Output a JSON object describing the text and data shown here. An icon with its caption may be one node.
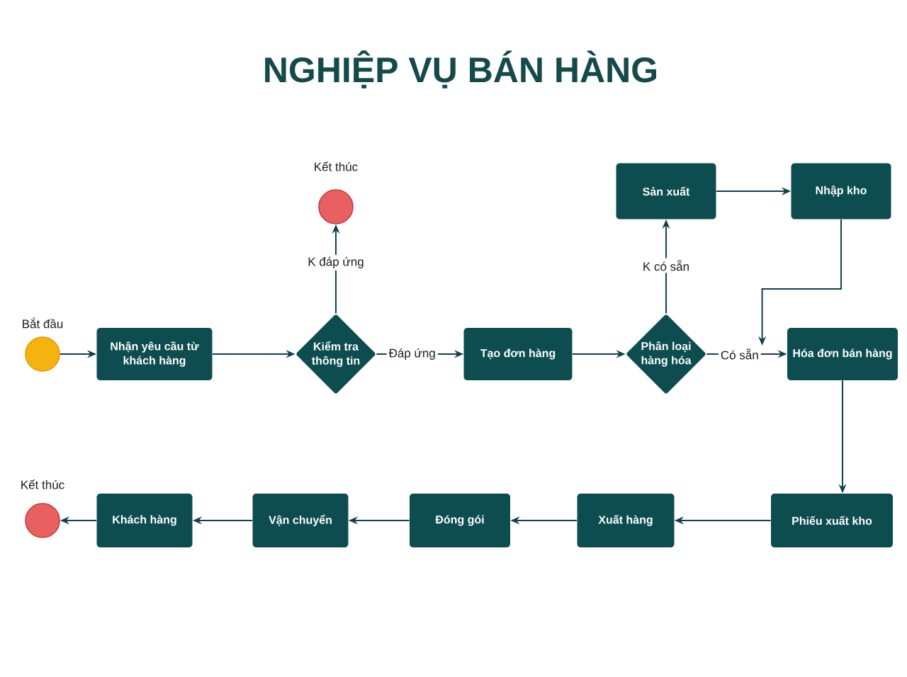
{
  "diagram": {
    "title": "NGHIỆP VỤ BÁN HÀNG",
    "nodes": [
      {
        "text": [],
        "shape": "circle",
        "beside": [
          "Bắt đầu"
        ]
      },
      {
        "text": [
          "Nhận yêu cầu từ khách hàng"
        ]
      },
      {
        "text": [
          "Kiểm tra thông tin"
        ]
      },
      {
        "text": [],
        "shape": "circle",
        "beside": [
          "Kết thúc"
        ]
      },
      {
        "text": [
          "Tạo đơn hàng"
        ]
      },
      {
        "text": [
          "Phân loại hàng hóa"
        ]
      },
      {
        "text": [
          "Sản xuất"
        ]
      },
      {
        "text": [
          "Nhập kho"
        ]
      },
      {
        "text": [
          "Hóa đơn bán hàng"
        ]
      },
      {
        "text": [
          "Phiếu xuất kho"
        ]
      },
      {
        "text": [
          "Xuất hàng"
        ]
      },
      {
        "text": [
          "Đóng gói"
        ]
      },
      {
        "text": [
          "Vận chuyển"
        ]
      },
      {
        "text": [
          "Khách hàng"
        ]
      },
      {
        "text": [],
        "shape": "circle",
        "beside": [
          "Kết thúc"
        ]
      }
    ],
    "edges": [
      {
        "from": 0,
        "to": 1,
        "arrow": "to"
      },
      {
        "from": 1,
        "to": 2,
        "arrow": "to"
      },
      {
        "from": 2,
        "to": 3,
        "arrow": "to",
        "label": "K đáp ứng"
      },
      {
        "from": 2,
        "to": 4,
        "arrow": "to",
        "label": "Đáp ứng"
      },
      {
        "from": 4,
        "to": 5,
        "arrow": "to"
      },
      {
        "from": 5,
        "to": 6,
        "arrow": "to",
        "label": "K có sẵn"
      },
      {
        "from": 5,
        "to": 8,
        "arrow": "to",
        "label": "Có sẵn"
      },
      {
        "from": 6,
        "to": 7,
        "arrow": "to"
      },
      {
        "from": 7,
        "to": 8,
        "arrow": "to"
      },
      {
        "from": 8,
        "to": 9,
        "arrow": "to"
      },
      {
        "from": 9,
        "to": 10,
        "arrow": "to"
      },
      {
        "from": 10,
        "to": 11,
        "arrow": "to"
      },
      {
        "from": 11,
        "to": 12,
        "arrow": "to"
      },
      {
        "from": 12,
        "to": 13,
        "arrow": "to"
      },
      {
        "from": 13,
        "to": 14,
        "arrow": "to"
      }
    ]
  }
}
